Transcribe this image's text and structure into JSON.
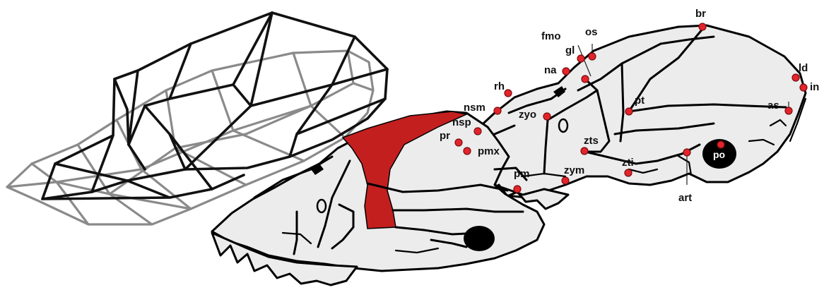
{
  "landmarks": [
    {
      "id": "br",
      "label": "br"
    },
    {
      "id": "os",
      "label": "os"
    },
    {
      "id": "fmo",
      "label": "fmo"
    },
    {
      "id": "gl",
      "label": "gl"
    },
    {
      "id": "na",
      "label": "na"
    },
    {
      "id": "rh",
      "label": "rh"
    },
    {
      "id": "nsm",
      "label": "nsm"
    },
    {
      "id": "nsp",
      "label": "nsp"
    },
    {
      "id": "pr",
      "label": "pr"
    },
    {
      "id": "pmx",
      "label": "pmx"
    },
    {
      "id": "zyo",
      "label": "zyo"
    },
    {
      "id": "pt",
      "label": "pt"
    },
    {
      "id": "zts",
      "label": "zts"
    },
    {
      "id": "pm",
      "label": "pm"
    },
    {
      "id": "zym",
      "label": "zym"
    },
    {
      "id": "zti",
      "label": "zti"
    },
    {
      "id": "art",
      "label": "art"
    },
    {
      "id": "po",
      "label": "po"
    },
    {
      "id": "as",
      "label": "as"
    },
    {
      "id": "ld",
      "label": "ld"
    },
    {
      "id": "in",
      "label": "in"
    }
  ],
  "colors": {
    "highlight": "#c41f1f",
    "bone": "#ececec",
    "landmark": "#e3242b",
    "wireframe_a": "#111111",
    "wireframe_b": "#8a8a8a"
  }
}
